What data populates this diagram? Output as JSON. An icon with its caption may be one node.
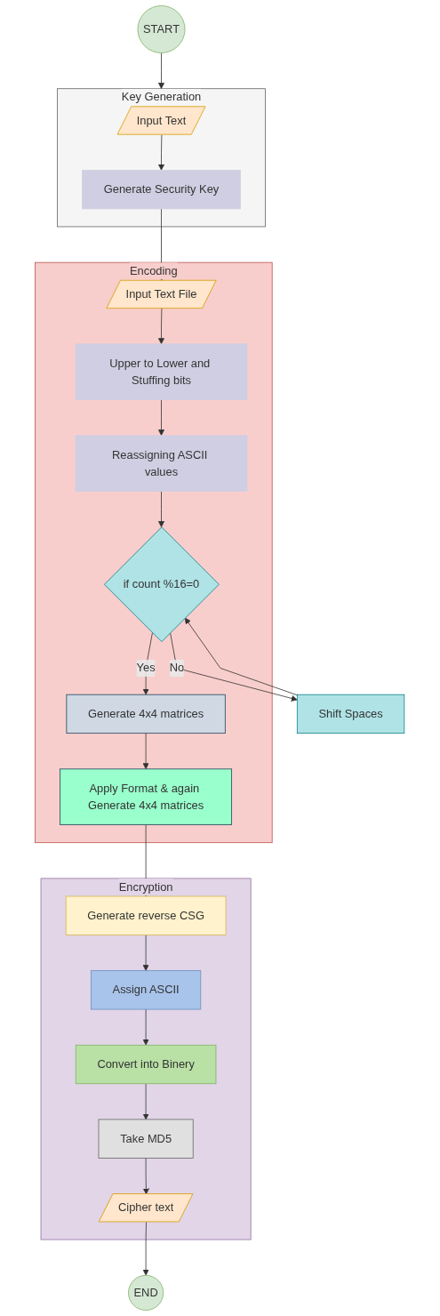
{
  "diagram": {
    "nodes": [
      {
        "text": [
          "START"
        ]
      },
      {
        "text": [
          "Key Generation"
        ]
      },
      {
        "text": [
          "Input Text"
        ],
        "in": 1
      },
      {
        "text": [
          "Generate Security Key"
        ],
        "in": 1
      },
      {
        "text": [
          "Encoding"
        ]
      },
      {
        "text": [
          "Input Text File"
        ],
        "in": 4
      },
      {
        "text": [
          "Upper to Lower and Stuffing bits"
        ],
        "in": 4
      },
      {
        "text": [
          "Reassigning ASCII values"
        ],
        "in": 4
      },
      {
        "text": [
          "if count %16=0"
        ],
        "in": 4
      },
      {
        "text": [
          "Shift Spaces"
        ]
      },
      {
        "text": [
          "Generate 4x4 matrices"
        ],
        "in": 4
      },
      {
        "text": [
          "Apply Format & again Generate 4x4 matrices"
        ],
        "in": 4
      },
      {
        "text": [
          "Encryption"
        ]
      },
      {
        "text": [
          "Generate reverse CSG"
        ],
        "in": 12
      },
      {
        "text": [
          "Assign ASCII"
        ],
        "in": 12
      },
      {
        "text": [
          "Convert into Binery"
        ],
        "in": 12
      },
      {
        "text": [
          "Take MD5"
        ],
        "in": 12
      },
      {
        "text": [
          "Cipher text"
        ],
        "in": 12
      },
      {
        "text": [
          "END"
        ]
      }
    ],
    "edges": [
      {
        "from": 0,
        "to": 1,
        "arrow": "to"
      },
      {
        "from": 2,
        "to": 3,
        "arrow": "to"
      },
      {
        "from": 3,
        "to": 5,
        "arrow": "to"
      },
      {
        "from": 5,
        "to": 6,
        "arrow": "to"
      },
      {
        "from": 6,
        "to": 7,
        "arrow": "to"
      },
      {
        "from": 7,
        "to": 8,
        "arrow": "to"
      },
      {
        "from": 8,
        "to": 9,
        "label": "No",
        "arrow": "to"
      },
      {
        "from": 9,
        "to": 8,
        "arrow": "to"
      },
      {
        "from": 8,
        "to": 10,
        "label": "Yes",
        "arrow": "to"
      },
      {
        "from": 10,
        "to": 11,
        "arrow": "to"
      },
      {
        "from": 11,
        "to": 13,
        "arrow": "to"
      },
      {
        "from": 13,
        "to": 14,
        "arrow": "to"
      },
      {
        "from": 14,
        "to": 15,
        "arrow": "to"
      },
      {
        "from": 15,
        "to": 16,
        "arrow": "to"
      },
      {
        "from": 16,
        "to": 17,
        "arrow": "to"
      },
      {
        "from": 17,
        "to": 18,
        "arrow": "to"
      }
    ]
  }
}
